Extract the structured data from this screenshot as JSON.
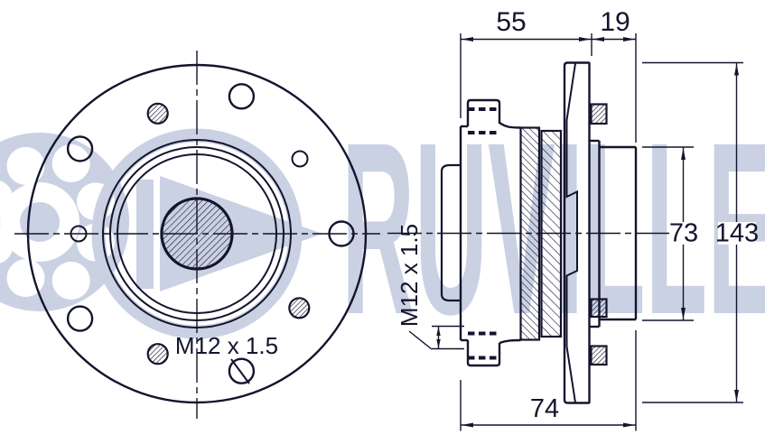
{
  "watermark": {
    "brand": "RUVILLE",
    "color": "#c9d1e3"
  },
  "colors": {
    "line": "#14142e",
    "background": "#ffffff"
  },
  "labels": {
    "front_thread": "M12 x 1.5",
    "side_thread": "M12 x 1.5"
  },
  "dimensions": {
    "hub_width": "55",
    "flange_offset": "19",
    "overall_width": "74",
    "bearing_outer_diameter": "73",
    "flange_diameter": "143"
  }
}
